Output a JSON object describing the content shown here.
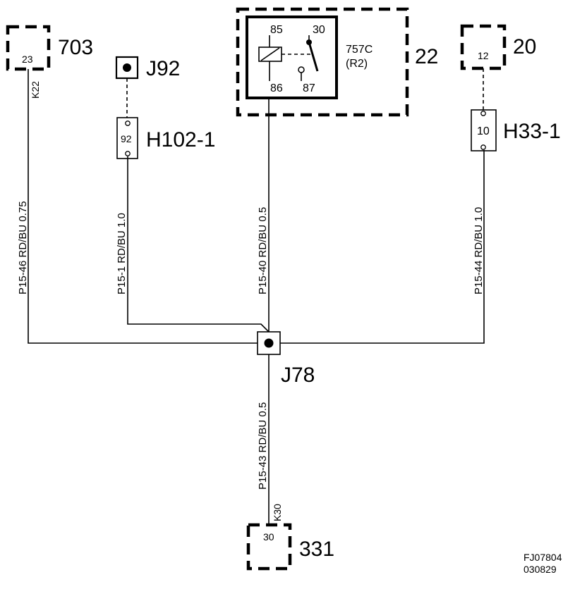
{
  "components": {
    "c703": {
      "id": "703",
      "pin": "23",
      "wire_code": "K22"
    },
    "c22": {
      "id": "22",
      "relay_id": "757C",
      "relay_sub": "(R2)",
      "pin85": "85",
      "pin30": "30",
      "pin86": "86",
      "pin87": "87"
    },
    "c20": {
      "id": "20",
      "pin": "12"
    },
    "c331": {
      "id": "331",
      "pin": "30",
      "wire_code": "K30"
    },
    "j92": {
      "id": "J92"
    },
    "j78": {
      "id": "J78"
    },
    "h102": {
      "id": "H102-1",
      "pin": "92"
    },
    "h33": {
      "id": "H33-1",
      "pin": "10"
    }
  },
  "wires": {
    "w1": {
      "label": "P15-46  RD/BU  0.75"
    },
    "w2": {
      "label": "P15-1  RD/BU 1.0"
    },
    "w3": {
      "label": "P15-40  RD/BU 0.5"
    },
    "w4": {
      "label": "P15-44  RD/BU 1.0"
    },
    "w5": {
      "label": "P15-43 RD/BU 0.5"
    }
  },
  "footer": {
    "code": "FJ07804",
    "date": "030829"
  }
}
